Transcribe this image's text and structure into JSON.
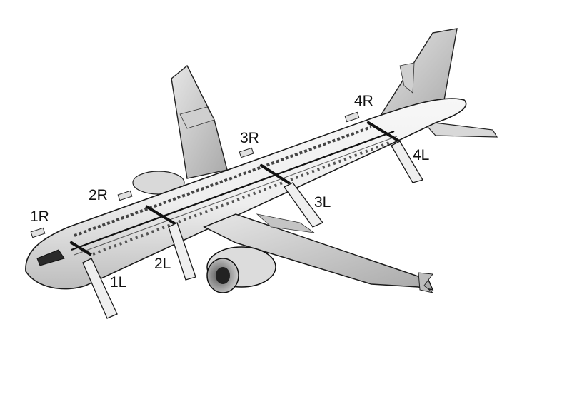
{
  "doors": {
    "r1": "1R",
    "r2": "2R",
    "r3": "3R",
    "r4": "4R",
    "l1": "1L",
    "l2": "2L",
    "l3": "3L",
    "l4": "4L"
  }
}
